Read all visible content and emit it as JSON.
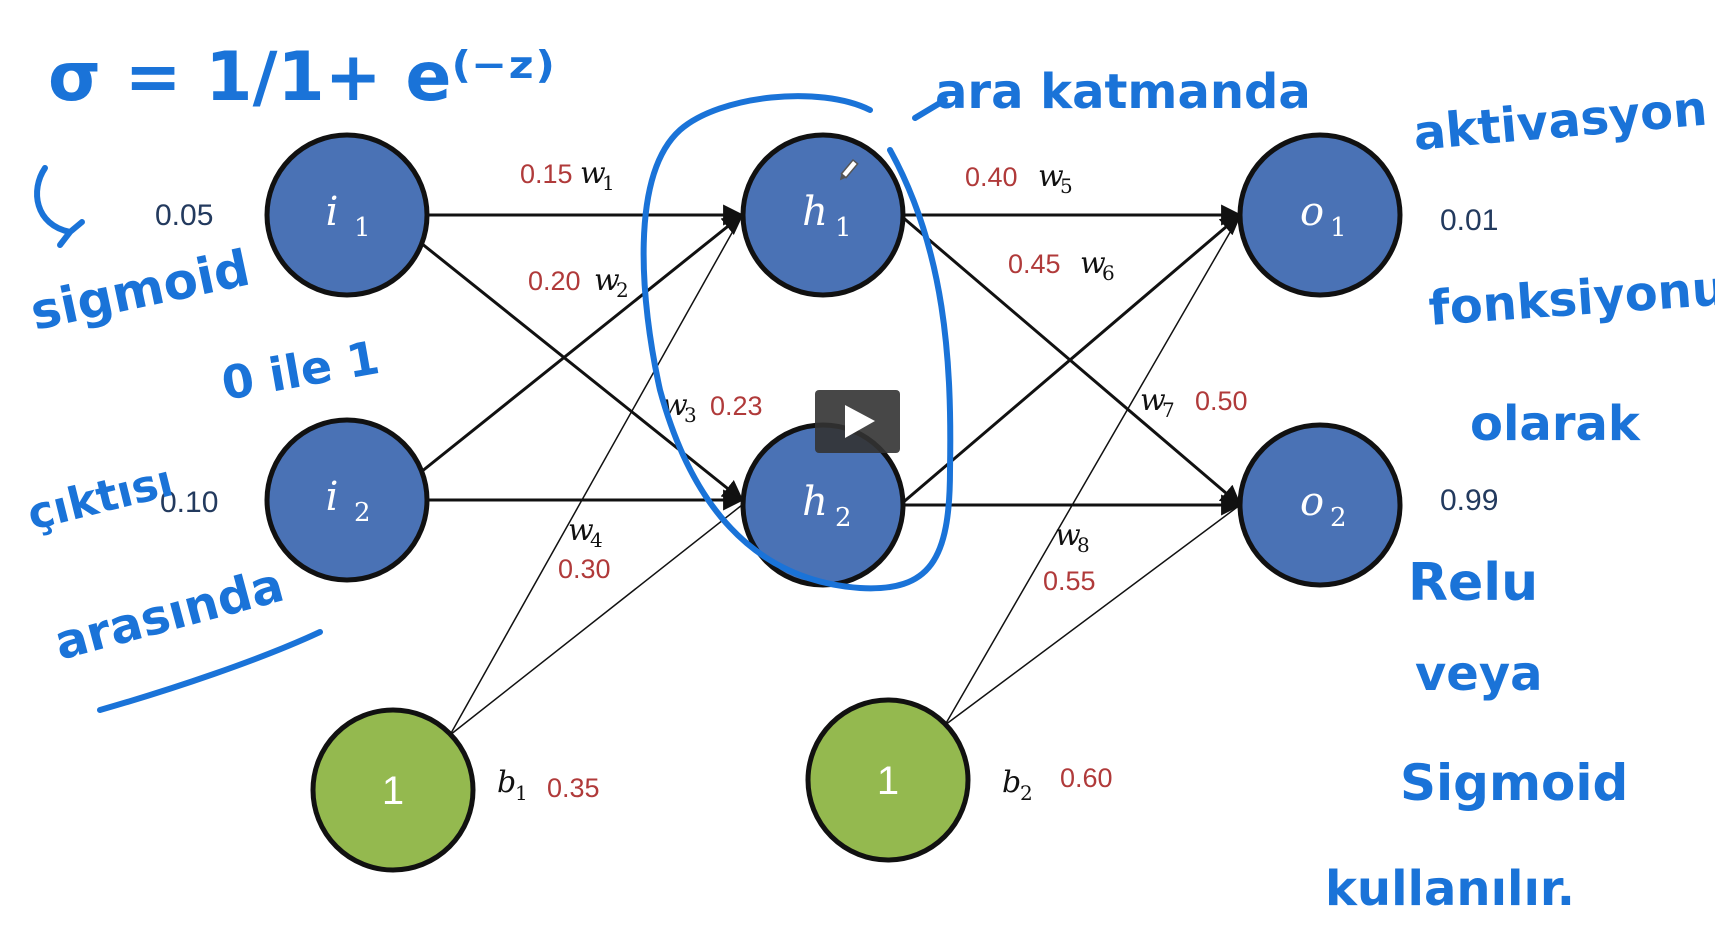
{
  "nodes": {
    "i1": {
      "sym": "i",
      "sub": "1",
      "value": "0.05"
    },
    "i2": {
      "sym": "i",
      "sub": "2",
      "value": "0.10"
    },
    "h1": {
      "sym": "h",
      "sub": "1"
    },
    "h2": {
      "sym": "h",
      "sub": "2"
    },
    "o1": {
      "sym": "o",
      "sub": "1",
      "value": "0.01"
    },
    "o2": {
      "sym": "o",
      "sub": "2",
      "value": "0.99"
    },
    "b1": {
      "label": "1",
      "sym": "b",
      "sub": "1",
      "value": "0.35"
    },
    "b2": {
      "label": "1",
      "sym": "b",
      "sub": "2",
      "value": "0.60"
    }
  },
  "weights": {
    "w1": {
      "sym": "w",
      "sub": "1",
      "value": "0.15"
    },
    "w2": {
      "sym": "w",
      "sub": "2",
      "value": "0.20"
    },
    "w3": {
      "sym": "w",
      "sub": "3",
      "value": "0.23"
    },
    "w4": {
      "sym": "w",
      "sub": "4",
      "value": "0.30"
    },
    "w5": {
      "sym": "w",
      "sub": "5",
      "value": "0.40"
    },
    "w6": {
      "sym": "w",
      "sub": "6",
      "value": "0.45"
    },
    "w7": {
      "sym": "w",
      "sub": "7",
      "value": "0.50"
    },
    "w8": {
      "sym": "w",
      "sub": "8",
      "value": "0.55"
    }
  },
  "annotations": {
    "formula": "σ = 1/1+ e⁽⁻ᶻ⁾",
    "left": [
      "sigmoid",
      "0 ile 1",
      "çıktısı",
      "arasında"
    ],
    "hidden_note": "ara katmanda",
    "right": [
      "aktivasyon",
      "fonksiyonu",
      "olarak",
      "Relu",
      "veya",
      "Sigmoid",
      "kullanılır."
    ]
  },
  "colors": {
    "node_blue": "#4a72b5",
    "bias_green": "#94b94f",
    "ink_blue": "#1a73d8",
    "weight_red": "#b03a3a"
  },
  "icons": [
    "play-icon",
    "pencil-cursor-icon"
  ]
}
